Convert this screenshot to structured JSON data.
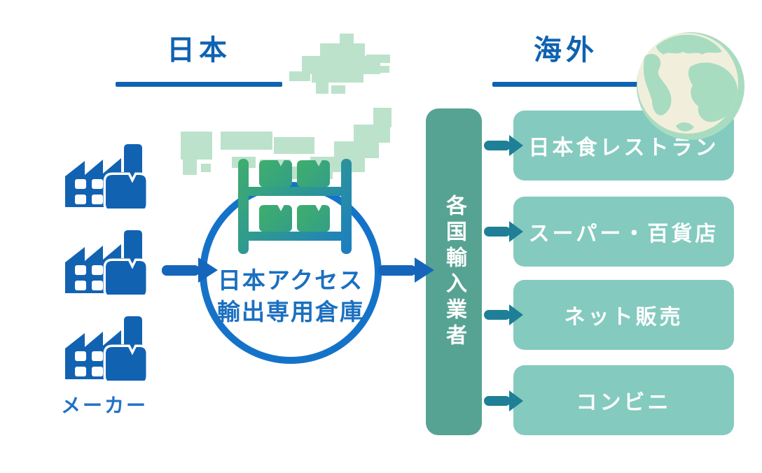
{
  "sections": {
    "japan": {
      "title": "日本"
    },
    "overseas": {
      "title": "海外"
    }
  },
  "maker_box": {
    "label": "メーカー",
    "factory_count": 3
  },
  "warehouse_circle": {
    "line1": "日本アクセス",
    "line2": "輸出専用倉庫"
  },
  "importers_bar": {
    "label": "各国輸入業者"
  },
  "destination_boxes": [
    {
      "label": "日本食レストラン"
    },
    {
      "label": "スーパー・百貨店"
    },
    {
      "label": "ネット販売"
    },
    {
      "label": "コンビニ"
    }
  ],
  "icons": {
    "factory": "factory-with-package-icon",
    "warehouse_shelf": "warehouse-shelf-with-boxes-icon",
    "globe": "globe-icon",
    "japan_map": "japan-map-silhouette",
    "flow_arrow": "right-arrow-icon"
  },
  "colors": {
    "primary_blue": "#0e62b2",
    "factory_blue": "#1262b2",
    "maker_text_blue": "#2173c6",
    "circle_border_blue": "#1473c8",
    "circle_text_blue": "#1b6fc0",
    "arrow_blue": "#1566bb",
    "bar_green": "#57a393",
    "teal_arrow": "#1e7f96",
    "destination_teal": "#84cabf",
    "map_green": "#bce2cc",
    "globe_land_green": "#a8dcc0",
    "globe_base_cream": "#f1efdc",
    "icon_gradient_start": "#3fae6c",
    "icon_gradient_end": "#1b7dc2"
  }
}
